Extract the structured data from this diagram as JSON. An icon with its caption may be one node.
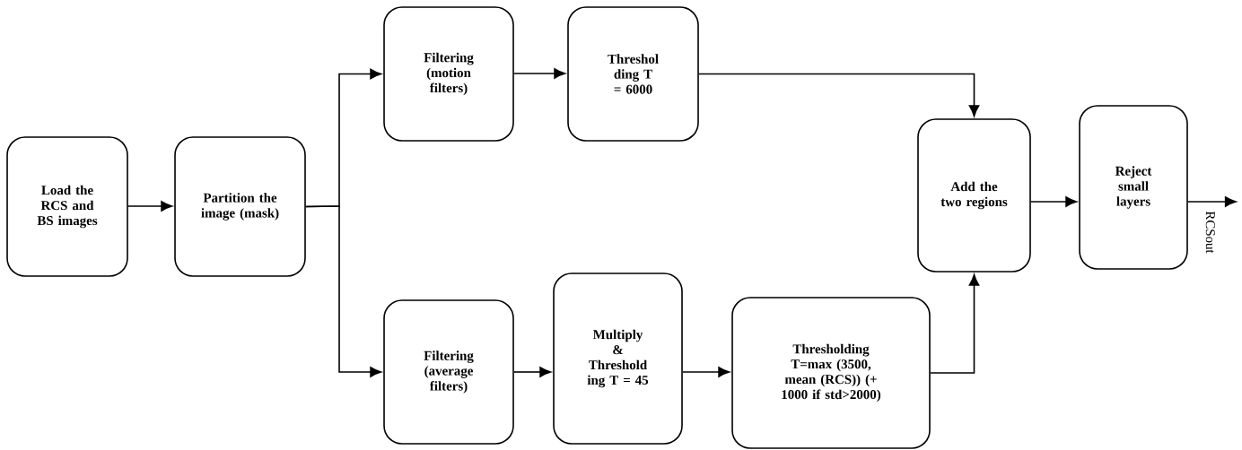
{
  "diagram": {
    "nodes": [
      {
        "text": [
          "Load the RCS and BS images"
        ]
      },
      {
        "text": [
          "Partition the image (mask)"
        ]
      },
      {
        "text": [
          "Filtering (motion filters)"
        ]
      },
      {
        "text": [
          "Threshol ding T = 6000"
        ]
      },
      {
        "text": [
          "Add the two regions"
        ]
      },
      {
        "text": [
          "Reject small layers"
        ]
      },
      {
        "text": [
          "Filtering (average filters)"
        ]
      },
      {
        "text": [
          "Multiply & Threshold ing T = 45"
        ]
      },
      {
        "text": [
          "Thresholding T=max (3500, mean (RCS)) (+ 1000 if std>2000)"
        ]
      }
    ],
    "edges": [
      {
        "from": 0,
        "to": 1,
        "arrow": "to"
      },
      {
        "from": 1,
        "to": 2,
        "arrow": "to"
      },
      {
        "from": 1,
        "to": 6,
        "arrow": "to"
      },
      {
        "from": 2,
        "to": 3,
        "arrow": "to"
      },
      {
        "from": 3,
        "to": 4,
        "arrow": "to"
      },
      {
        "from": 6,
        "to": 7,
        "arrow": "to"
      },
      {
        "from": 7,
        "to": 8,
        "arrow": "to"
      },
      {
        "from": 8,
        "to": 4,
        "arrow": "to"
      },
      {
        "from": 4,
        "to": 5,
        "arrow": "to"
      },
      {
        "from": 5,
        "to": null,
        "arrow": "to",
        "label": "RCSout"
      }
    ]
  }
}
